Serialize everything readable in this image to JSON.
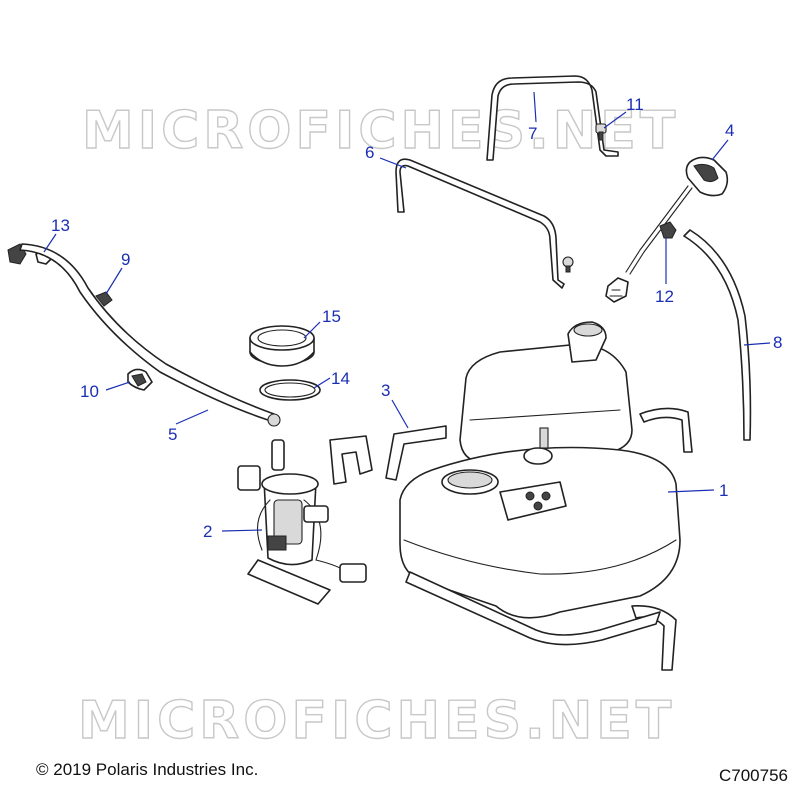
{
  "watermark_text": "MICROFICHES.NET",
  "copyright": "© 2019 Polaris Industries Inc.",
  "drawing_code": "C700756",
  "callouts": {
    "n1": "1",
    "n2": "2",
    "n3": "3",
    "n4": "4",
    "n5": "5",
    "n6": "6",
    "n7": "7",
    "n8": "8",
    "n9": "9",
    "n10": "10",
    "n11": "11",
    "n12": "12",
    "n13": "13",
    "n14": "14",
    "n15": "15"
  }
}
